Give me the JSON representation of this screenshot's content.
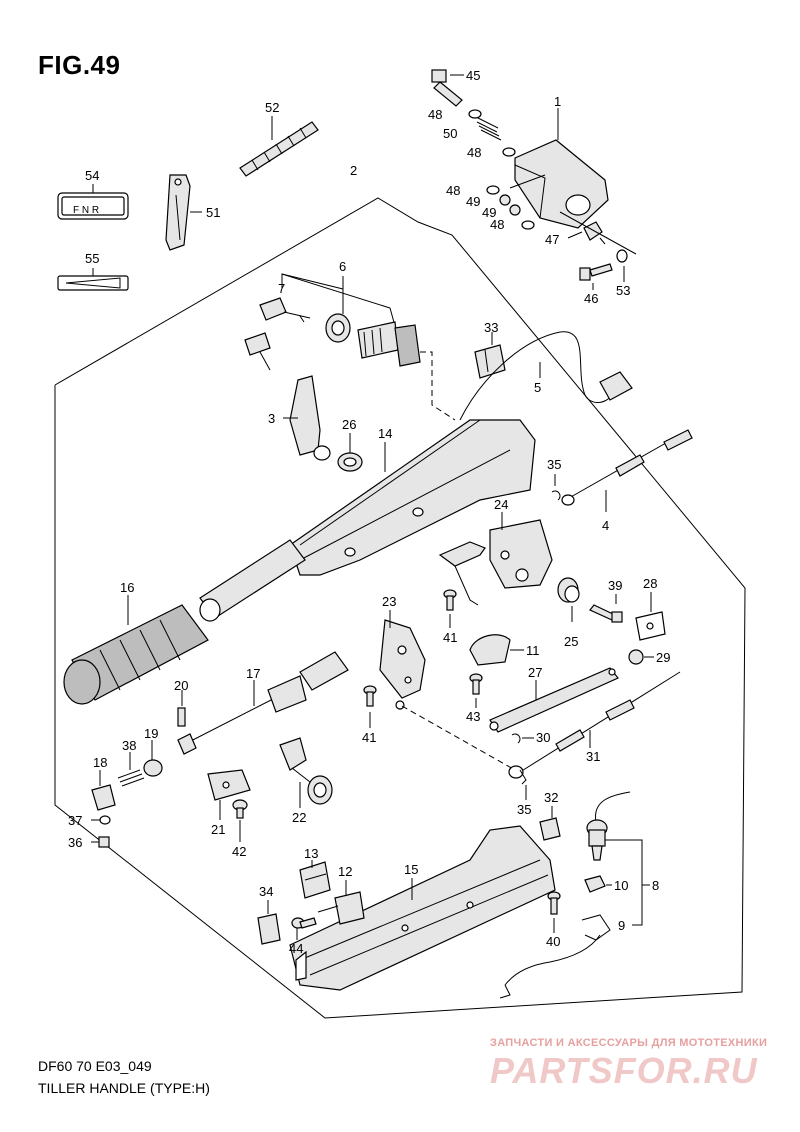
{
  "figure": {
    "title": "FIG.49",
    "model_code": "DF60 70 E03_049",
    "name": "TILLER HANDLE (TYPE:H)"
  },
  "watermark": {
    "top_text": "ЗАПЧАСТИ И АКСЕССУАРЫ ДЛЯ МОТОТЕХНИКИ",
    "brand": "PARTSFOR.RU"
  },
  "decal_54": {
    "text": "F N R"
  },
  "callouts": {
    "p1": "1",
    "p2": "2",
    "p3": "3",
    "p4": "4",
    "p5": "5",
    "p6": "6",
    "p7": "7",
    "p8": "8",
    "p9": "9",
    "p10": "10",
    "p11": "11",
    "p12": "12",
    "p13": "13",
    "p14": "14",
    "p15": "15",
    "p16": "16",
    "p17": "17",
    "p18": "18",
    "p19": "19",
    "p20": "20",
    "p21": "21",
    "p22": "22",
    "p23": "23",
    "p24": "24",
    "p25": "25",
    "p26": "26",
    "p27": "27",
    "p28": "28",
    "p29": "29",
    "p30": "30",
    "p31": "31",
    "p32": "32",
    "p33": "33",
    "p34": "34",
    "p35a": "35",
    "p35b": "35",
    "p36": "36",
    "p37": "37",
    "p38": "38",
    "p39": "39",
    "p40": "40",
    "p41a": "41",
    "p41b": "41",
    "p42": "42",
    "p43": "43",
    "p44": "44",
    "p45": "45",
    "p46": "46",
    "p47": "47",
    "p48a": "48",
    "p48b": "48",
    "p48c": "48",
    "p48d": "48",
    "p49a": "49",
    "p49b": "49",
    "p50": "50",
    "p51": "51",
    "p52": "52",
    "p53": "53",
    "p54": "54",
    "p55": "55"
  }
}
